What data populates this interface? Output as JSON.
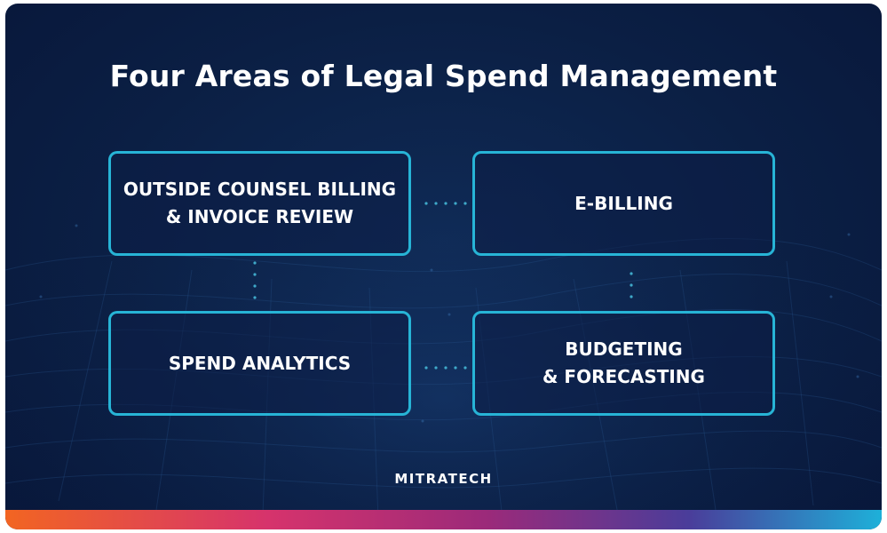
{
  "title": "Four Areas of Legal Spend Management",
  "boxes": {
    "top_left": "OUTSIDE COUNSEL BILLING\n& INVOICE REVIEW",
    "top_right": "E-BILLING",
    "bottom_left": "SPEND ANALYTICS",
    "bottom_right": "BUDGETING\n& FORECASTING"
  },
  "logo": "MITRATECH",
  "colors": {
    "background": "#0b1f44",
    "box_border": "#27b4d6",
    "connector_dots": "#3fa9c9",
    "gradient_bar": [
      "#f26522",
      "#d6336c",
      "#9b2a7a",
      "#4a3d9a",
      "#1eb0d9"
    ]
  }
}
